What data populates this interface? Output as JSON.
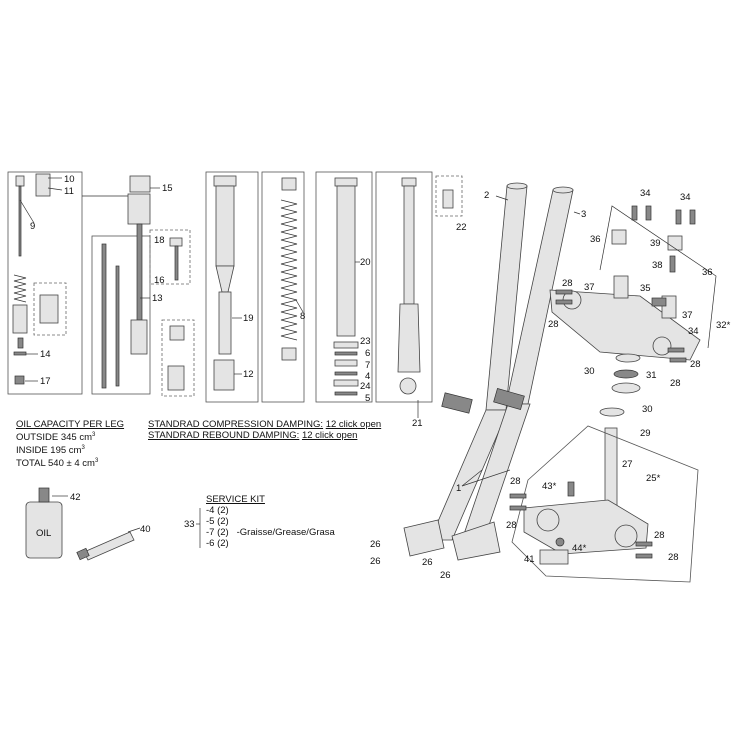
{
  "callouts": {
    "c1": "1",
    "c2": "2",
    "c3": "3",
    "c4": "4",
    "c5": "5",
    "c6": "6",
    "c7": "7",
    "c8": "8",
    "c9": "9",
    "c10": "10",
    "c11": "11",
    "c12": "12",
    "c13": "13",
    "c14": "14",
    "c15": "15",
    "c16": "16",
    "c17": "17",
    "c18": "18",
    "c19": "19",
    "c20": "20",
    "c21": "21",
    "c22": "22",
    "c23": "23",
    "c24": "24",
    "c25": "25*",
    "c26": "26",
    "c27": "27",
    "c28": "28",
    "c29": "29",
    "c30": "30",
    "c31": "31",
    "c32": "32*",
    "c33": "33",
    "c34": "34",
    "c35": "35",
    "c36": "36",
    "c37": "37",
    "c38": "38",
    "c39": "39",
    "c40": "40",
    "c41": "41",
    "c42": "42",
    "c43": "43*",
    "c44": "44*"
  },
  "oil_capacity": {
    "title": "OIL CAPACITY PER LEG",
    "outside_label": "OUTSIDE 345 cm",
    "inside_label": "INSIDE 195 cm",
    "total_label": "TOTAL 540 ± 4 cm",
    "unit_sup": "3"
  },
  "damping": {
    "compression_label": "STANDRAD COMPRESSION DAMPING:",
    "compression_value": "12 click open",
    "rebound_label": "STANDRAD REBOUND DAMPING:",
    "rebound_value": "12 click open"
  },
  "service_kit": {
    "title": "SERVICE KIT",
    "items": [
      "-4 (2)",
      "-5 (2)",
      "-7 (2)",
      "-6 (2)"
    ],
    "grease_note": "-Graisse/Grease/Grasa"
  },
  "oil_bottle_label": "OIL"
}
